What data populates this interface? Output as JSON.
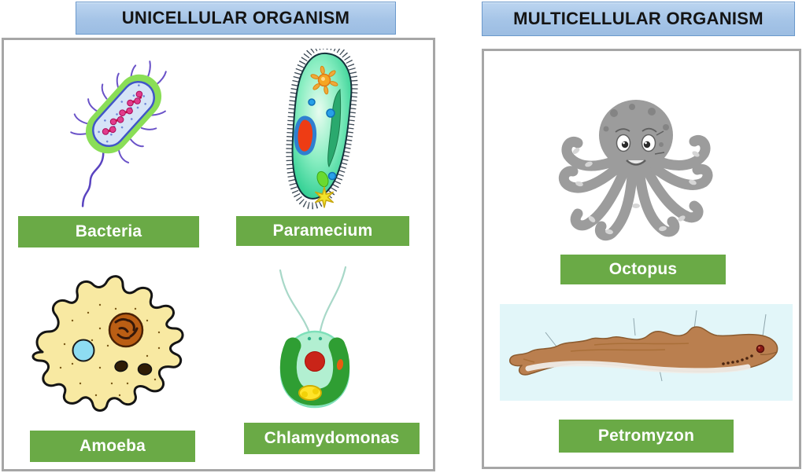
{
  "colors": {
    "header_bg": "#a5c4e7",
    "header_border": "#6b99cc",
    "header_text": "#141414",
    "label_bg": "#6aaa46",
    "label_text": "#ffffff",
    "panel_border": "#a6a6a6",
    "petromyzon_bg": "#e2f6f9"
  },
  "panels": [
    {
      "title": "UNICELLULAR ORGANISM",
      "organisms": [
        {
          "name": "Bacteria"
        },
        {
          "name": "Paramecium"
        },
        {
          "name": "Amoeba"
        },
        {
          "name": "Chlamydomonas"
        }
      ]
    },
    {
      "title": "MULTICELLULAR ORGANISM",
      "organisms": [
        {
          "name": "Octopus"
        },
        {
          "name": "Petromyzon"
        }
      ]
    }
  ]
}
